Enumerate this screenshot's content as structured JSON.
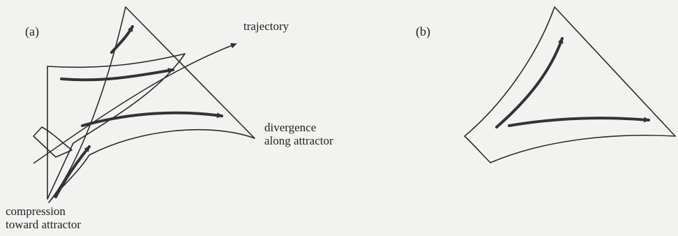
{
  "figure": {
    "panel_a_label": "(a)",
    "panel_b_label": "(b)",
    "trajectory_label": "trajectory",
    "divergence_label_line1": "divergence",
    "divergence_label_line2": "along attractor",
    "compression_label_line1": "compression",
    "compression_label_line2": "toward attractor"
  },
  "colors": {
    "background": "#f2f2f0",
    "stroke": "#2a2a2a",
    "shaded_sheet": "#d9d9d9"
  }
}
